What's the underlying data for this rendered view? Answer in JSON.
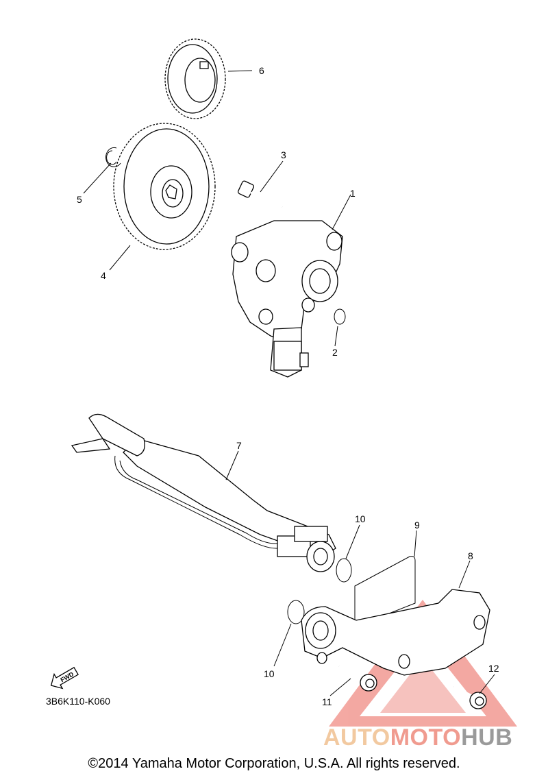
{
  "callouts": {
    "c1": "1",
    "c2": "2",
    "c3": "3",
    "c4": "4",
    "c5": "5",
    "c6": "6",
    "c7": "7",
    "c8": "8",
    "c9": "9",
    "c10a": "10",
    "c10b": "10",
    "c11": "11",
    "c12": "12"
  },
  "fwd_label": "FWD",
  "diagram_code": "3B6K110-K060",
  "copyright": "©2014 Yamaha Motor Corporation, U.S.A. All rights reserved.",
  "watermark": {
    "part1": "AUTO",
    "part2": "MOTO",
    "part3": "HUB"
  },
  "colors": {
    "watermark_auto": "#f2c9a0",
    "watermark_moto": "#f09b8f",
    "watermark_hub": "#9a9a9a",
    "watermark_triangle": "#f08c84"
  }
}
